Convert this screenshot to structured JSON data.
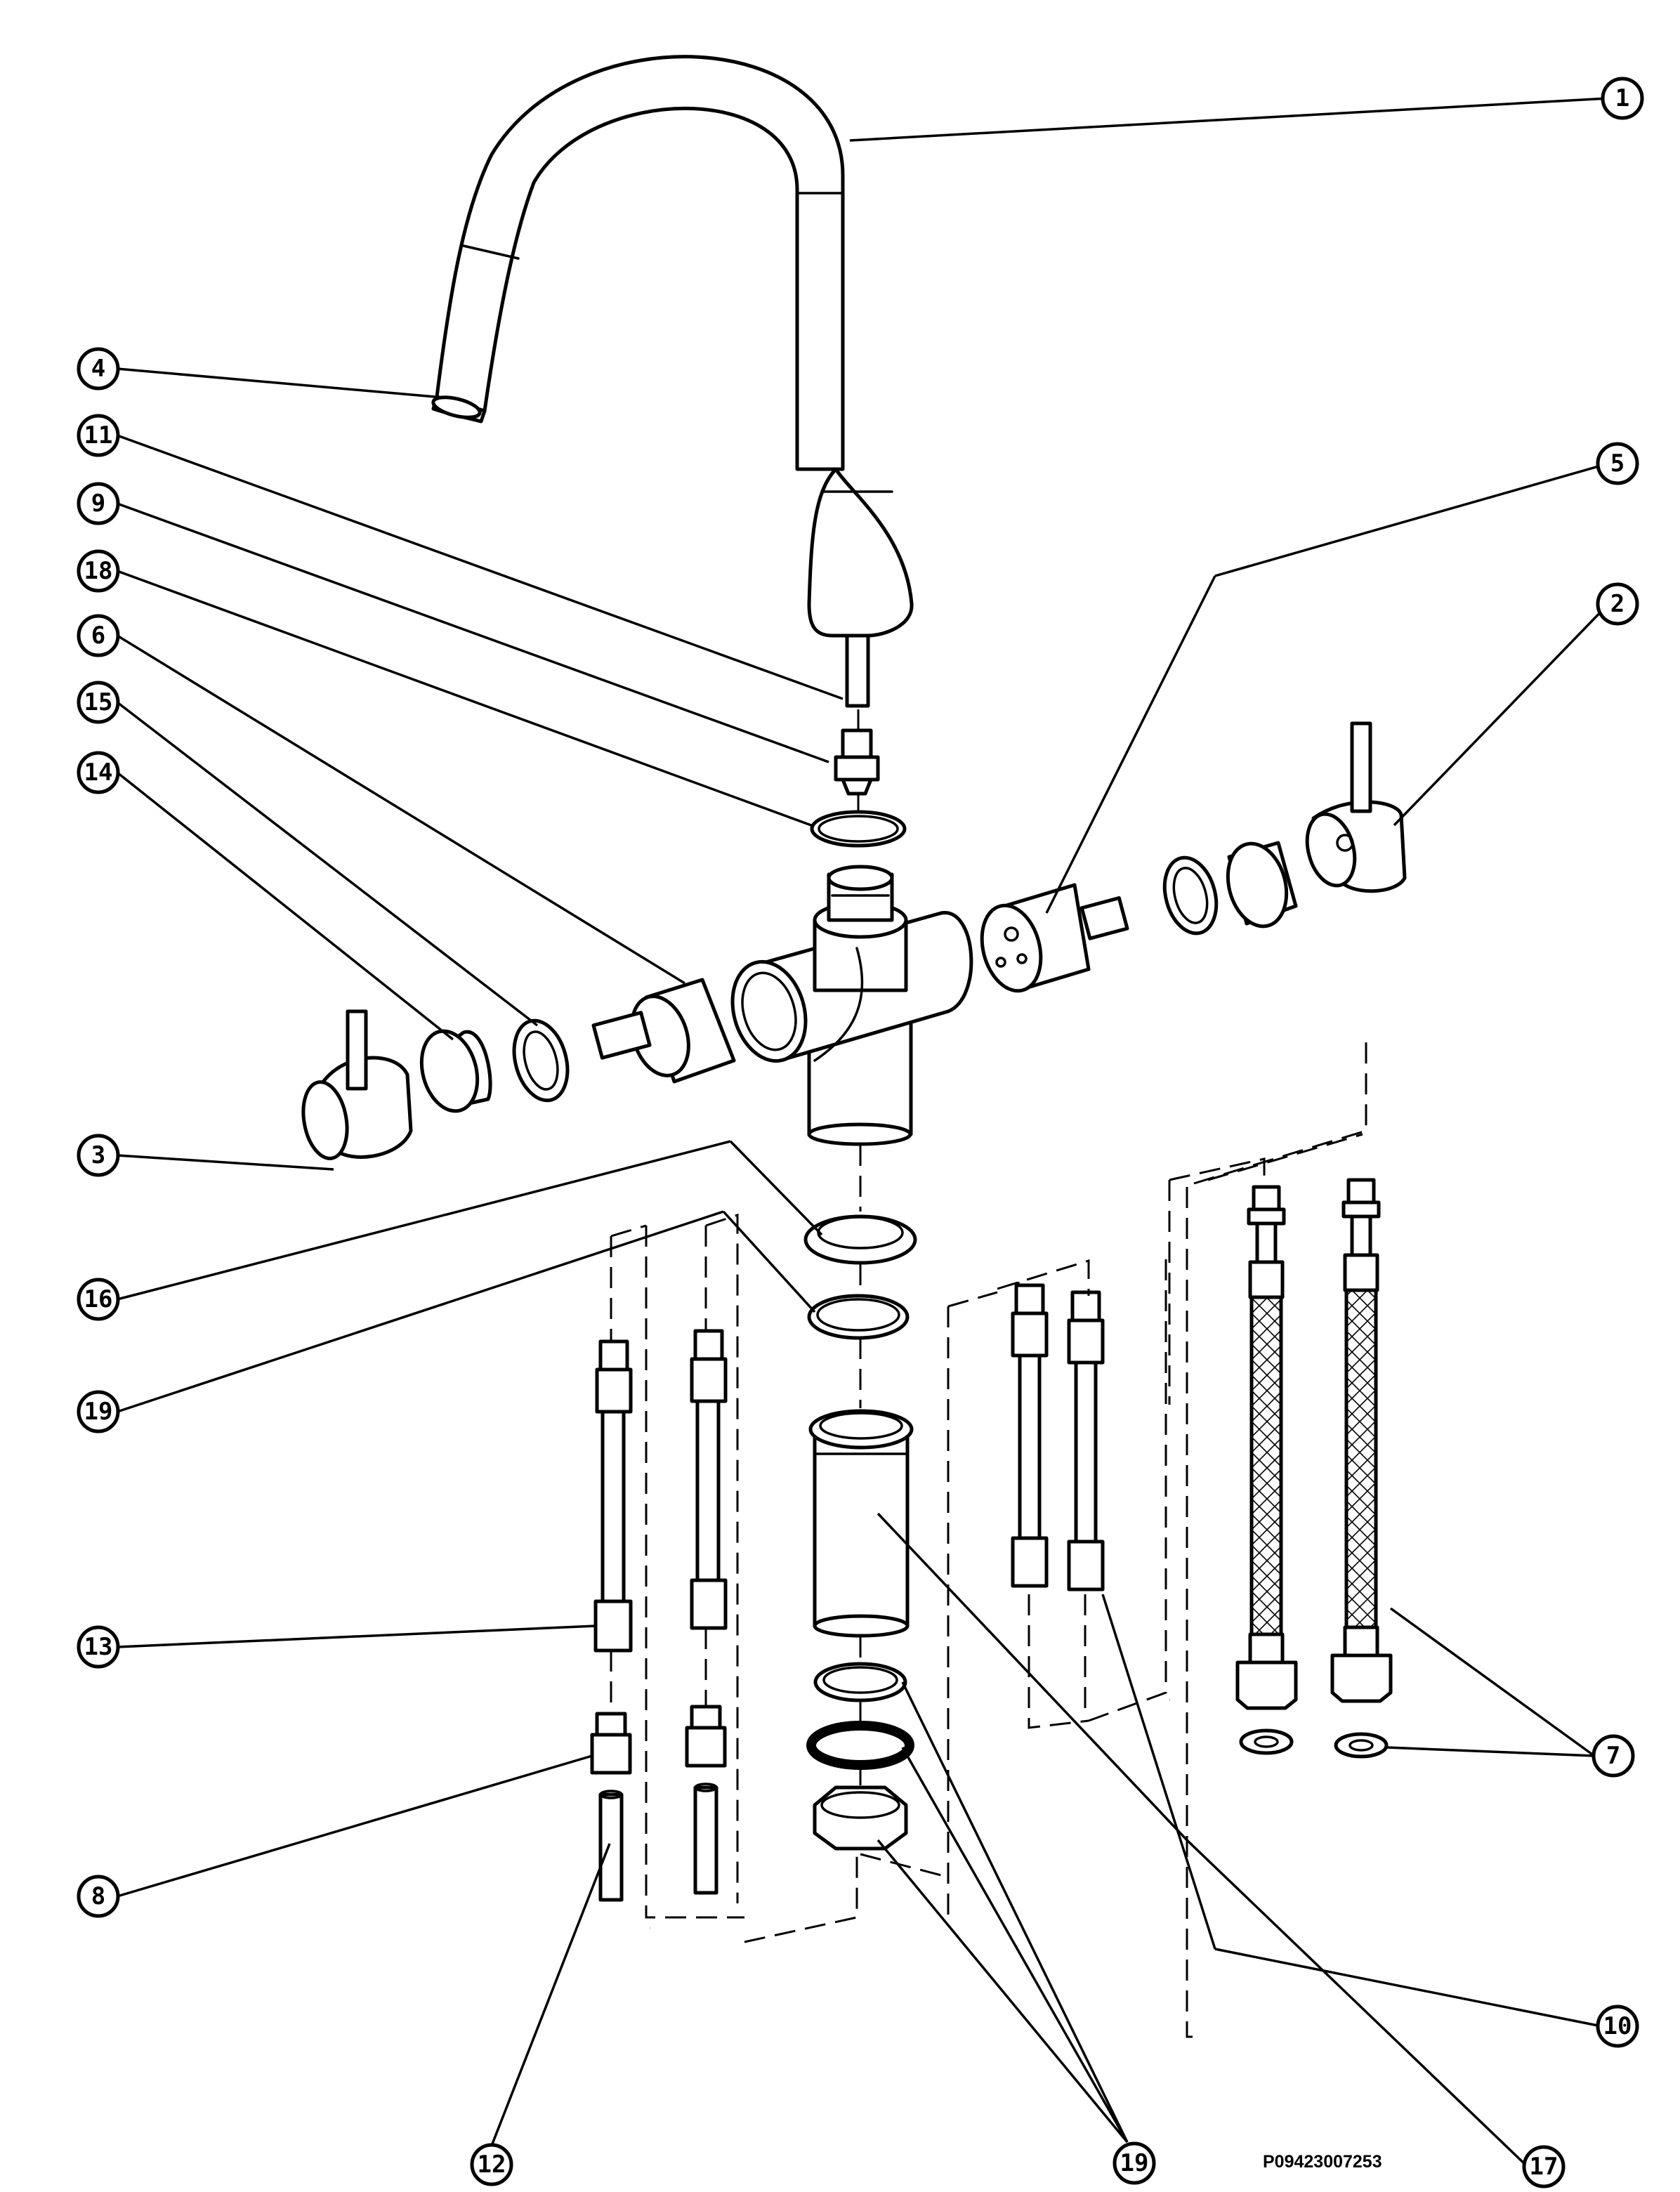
{
  "document": {
    "code": "P09423007253"
  },
  "callouts": [
    "1",
    "2",
    "3",
    "4",
    "5",
    "6",
    "7",
    "8",
    "9",
    "10",
    "11",
    "12",
    "13",
    "14",
    "15",
    "16",
    "17",
    "18",
    "19"
  ],
  "palette": {
    "line": "#000000",
    "background": "#ffffff"
  }
}
